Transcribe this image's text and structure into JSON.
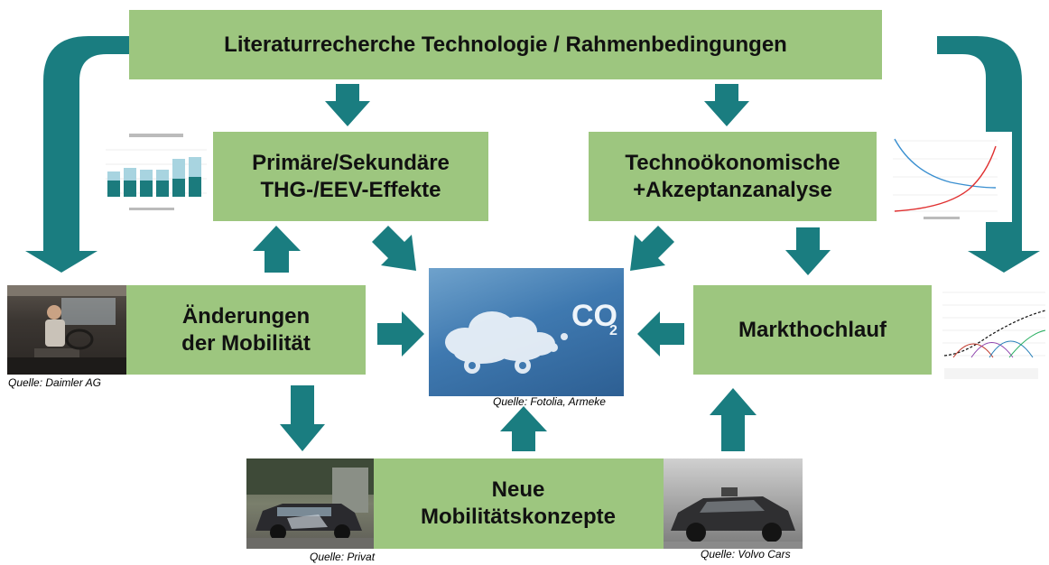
{
  "boxes": {
    "literature": "Literaturrecherche Technologie / Rahmenbedingungen",
    "ghg": "Primäre/Sekundäre\nTHG-/EEV-Effekte",
    "techno": "Technoökonomische\n+Akzeptanzanalyse",
    "mobility": "Änderungen\nder Mobilität",
    "market": "Markthochlauf",
    "concepts": "Neue\nMobilitätskonzepte"
  },
  "captions": {
    "daimler": "Quelle: Daimler AG",
    "fotolia": "Quelle: Fotolia, Armeke",
    "privat": "Quelle: Privat",
    "volvo": "Quelle: Volvo Cars"
  },
  "colors": {
    "box_fill": "#9dc67f",
    "arrow": "#1a7d80"
  }
}
